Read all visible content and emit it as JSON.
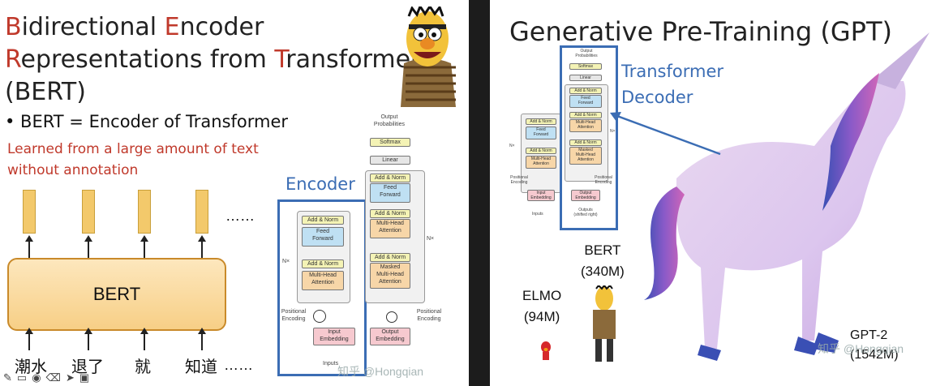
{
  "left_slide": {
    "title_lines": [
      {
        "first": "B",
        "rest_1": "idirectional ",
        "second": "E",
        "rest_2": "ncoder"
      },
      {
        "first": "R",
        "rest_1": "epresentations from ",
        "second": "T",
        "rest_2": "ransformers"
      }
    ],
    "title_line3": "(BERT)",
    "bullet": "• BERT =  Encoder of Transformer",
    "note_line1": "Learned from a large amount of text",
    "note_line2": "without annotation",
    "bert_label": "BERT",
    "tokens": [
      "潮水",
      "退了",
      "就",
      "知道"
    ],
    "dots": "……",
    "dots_bottom": "……",
    "encoder_label": "Encoder",
    "diagram": {
      "output_probs": "Output\nProbabilities",
      "softmax": "Softmax",
      "linear": "Linear",
      "add_norm": "Add & Norm",
      "feed_forward": "Feed\nForward",
      "multi_head": "Multi-Head\nAttention",
      "masked_multi_head": "Masked\nMulti-Head\nAttention",
      "nx": "N×",
      "positional_encoding": "Positional\nEncoding",
      "input_embedding": "Input\nEmbedding",
      "output_embedding": "Output\nEmbedding",
      "inputs": "Inputs"
    },
    "watermark": "知乎 @Hongqian"
  },
  "right_slide": {
    "title": "Generative Pre-Training (GPT)",
    "decoder_label_1": "Transformer",
    "decoder_label_2": "Decoder",
    "bert_label": "BERT",
    "bert_size": "(340M)",
    "elmo_label": "ELMO",
    "elmo_size": "(94M)",
    "gpt2_label": "GPT-2",
    "gpt2_size": "(1542M)",
    "watermark": "知乎 @Hongqian",
    "mini_diagram": {
      "output_probs": "Output\nProbabilities",
      "softmax": "Softmax",
      "linear": "Linear",
      "add_norm": "Add & Norm",
      "feed_forward": "Feed\nForward",
      "multi_head": "Multi-Head\nAttention",
      "masked": "Masked\nMulti-Head\nAttention",
      "nx": "N×",
      "positional": "Positional\nEncoding",
      "input_embedding": "Input\nEmbedding",
      "output_embedding": "Output\nEmbedding",
      "inputs": "Inputs",
      "outputs": "Outputs\n(shifted right)"
    }
  },
  "colors": {
    "accent_red": "#c0392b",
    "accent_blue": "#3b6db4",
    "bert_box_fill": "#f7cf86",
    "token_bar": "#f3c96b"
  },
  "icons": [
    "pen-icon",
    "slides-icon",
    "palette-icon",
    "eraser-icon",
    "cursor-icon",
    "camera-icon"
  ]
}
